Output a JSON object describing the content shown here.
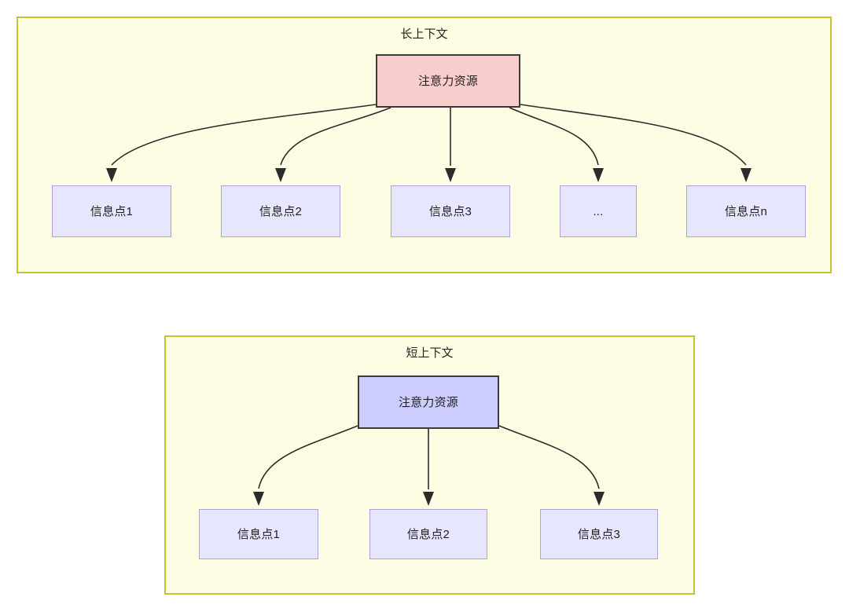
{
  "diagram": {
    "title_visible": false,
    "colors": {
      "panel_fill": "#fdfde3",
      "panel_border": "#c4c432",
      "root_long_fill": "#f8cecc",
      "root_short_fill": "#ccccff",
      "root_border": "#3b3b3b",
      "leaf_fill": "#e6e6ff",
      "leaf_border": "#b39ddb",
      "edge_stroke": "#2b2b2b",
      "text": "#1f1f1f"
    },
    "panels": [
      {
        "id": "long-context",
        "title": "长上下文",
        "root": {
          "label": "注意力资源"
        },
        "leaves": [
          {
            "label": "信息点1"
          },
          {
            "label": "信息点2"
          },
          {
            "label": "信息点3"
          },
          {
            "label": "..."
          },
          {
            "label": "信息点n"
          }
        ]
      },
      {
        "id": "short-context",
        "title": "短上下文",
        "root": {
          "label": "注意力资源"
        },
        "leaves": [
          {
            "label": "信息点1"
          },
          {
            "label": "信息点2"
          },
          {
            "label": "信息点3"
          }
        ]
      }
    ]
  }
}
